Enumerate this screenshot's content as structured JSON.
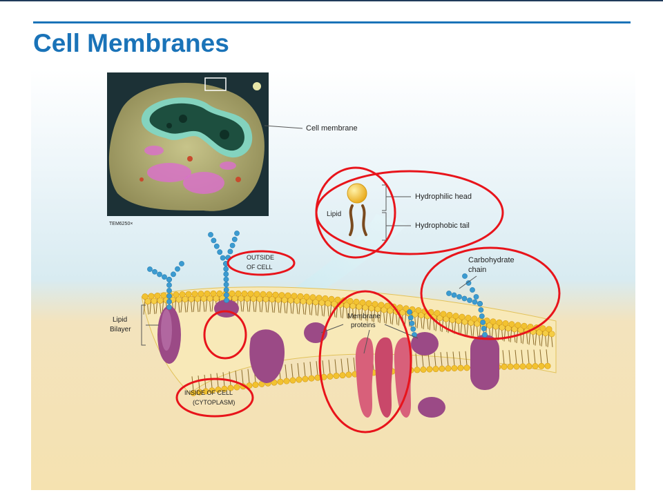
{
  "slide": {
    "title": "Cell Membranes"
  },
  "micrograph": {
    "caption": "TEM6250×"
  },
  "labels": {
    "cell_membrane": "Cell membrane",
    "lipid": "Lipid",
    "hydrophilic_head": "Hydrophilic head",
    "hydrophobic_tail": "Hydrophobic tail",
    "outside_line1": "OUTSIDE",
    "outside_line2": "OF CELL",
    "carbohydrate_line1": "Carbohydrate",
    "carbohydrate_line2": "chain",
    "lipid_bilayer_line1": "Lipid",
    "lipid_bilayer_line2": "Bilayer",
    "membrane_proteins_line1": "Membrane",
    "membrane_proteins_line2": "proteins",
    "inside_line1": "INSIDE OF CELL",
    "inside_line2": "(CYTOPLASM)"
  },
  "colors": {
    "title": "#1a73b8",
    "highlight_circles": "#e8141b",
    "membrane_heads": "#f2c230",
    "proteins": "#9b4a86",
    "channel_protein": "#d8607a",
    "carbohydrate": "#3b9bd1"
  }
}
